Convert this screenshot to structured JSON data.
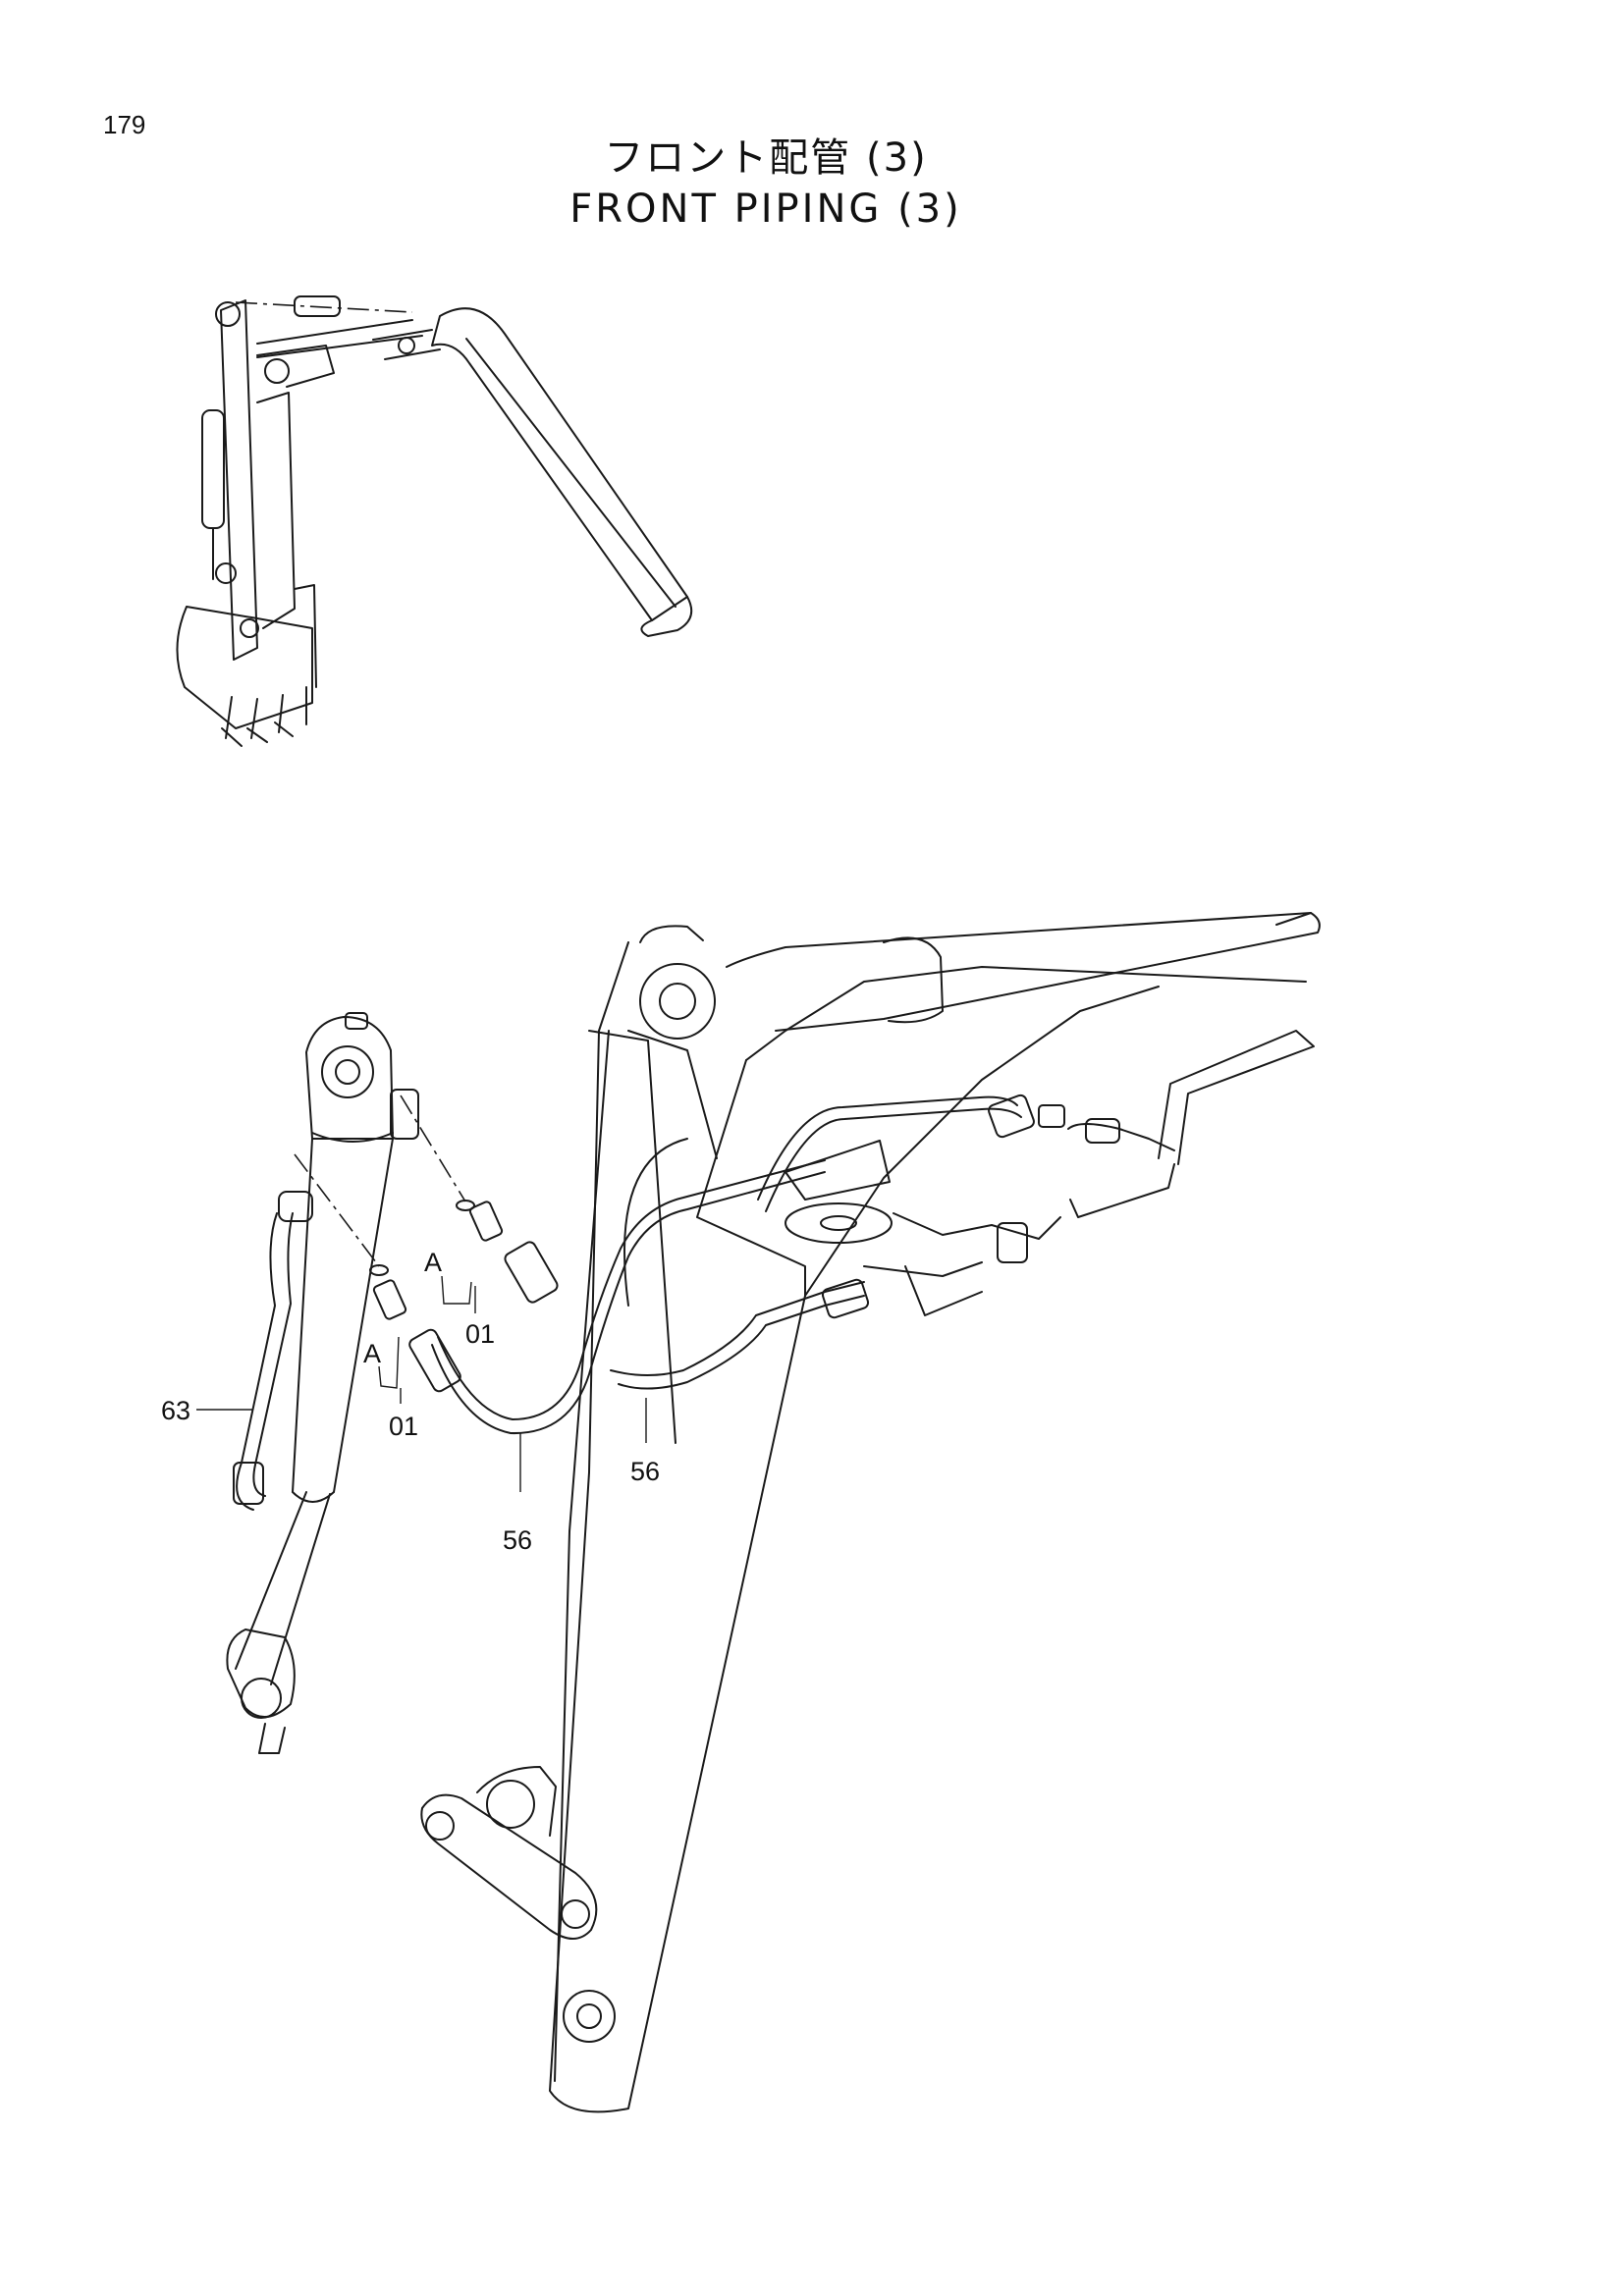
{
  "page": {
    "number": "179"
  },
  "title": {
    "japanese": "フロント配管 (3)",
    "english": "FRONT PIPING (3)"
  },
  "callouts": [
    {
      "id": "A",
      "label": "A"
    },
    {
      "id": "01",
      "label": "01"
    },
    {
      "id": "63",
      "label": "63"
    },
    {
      "id": "56",
      "label": "56"
    }
  ]
}
